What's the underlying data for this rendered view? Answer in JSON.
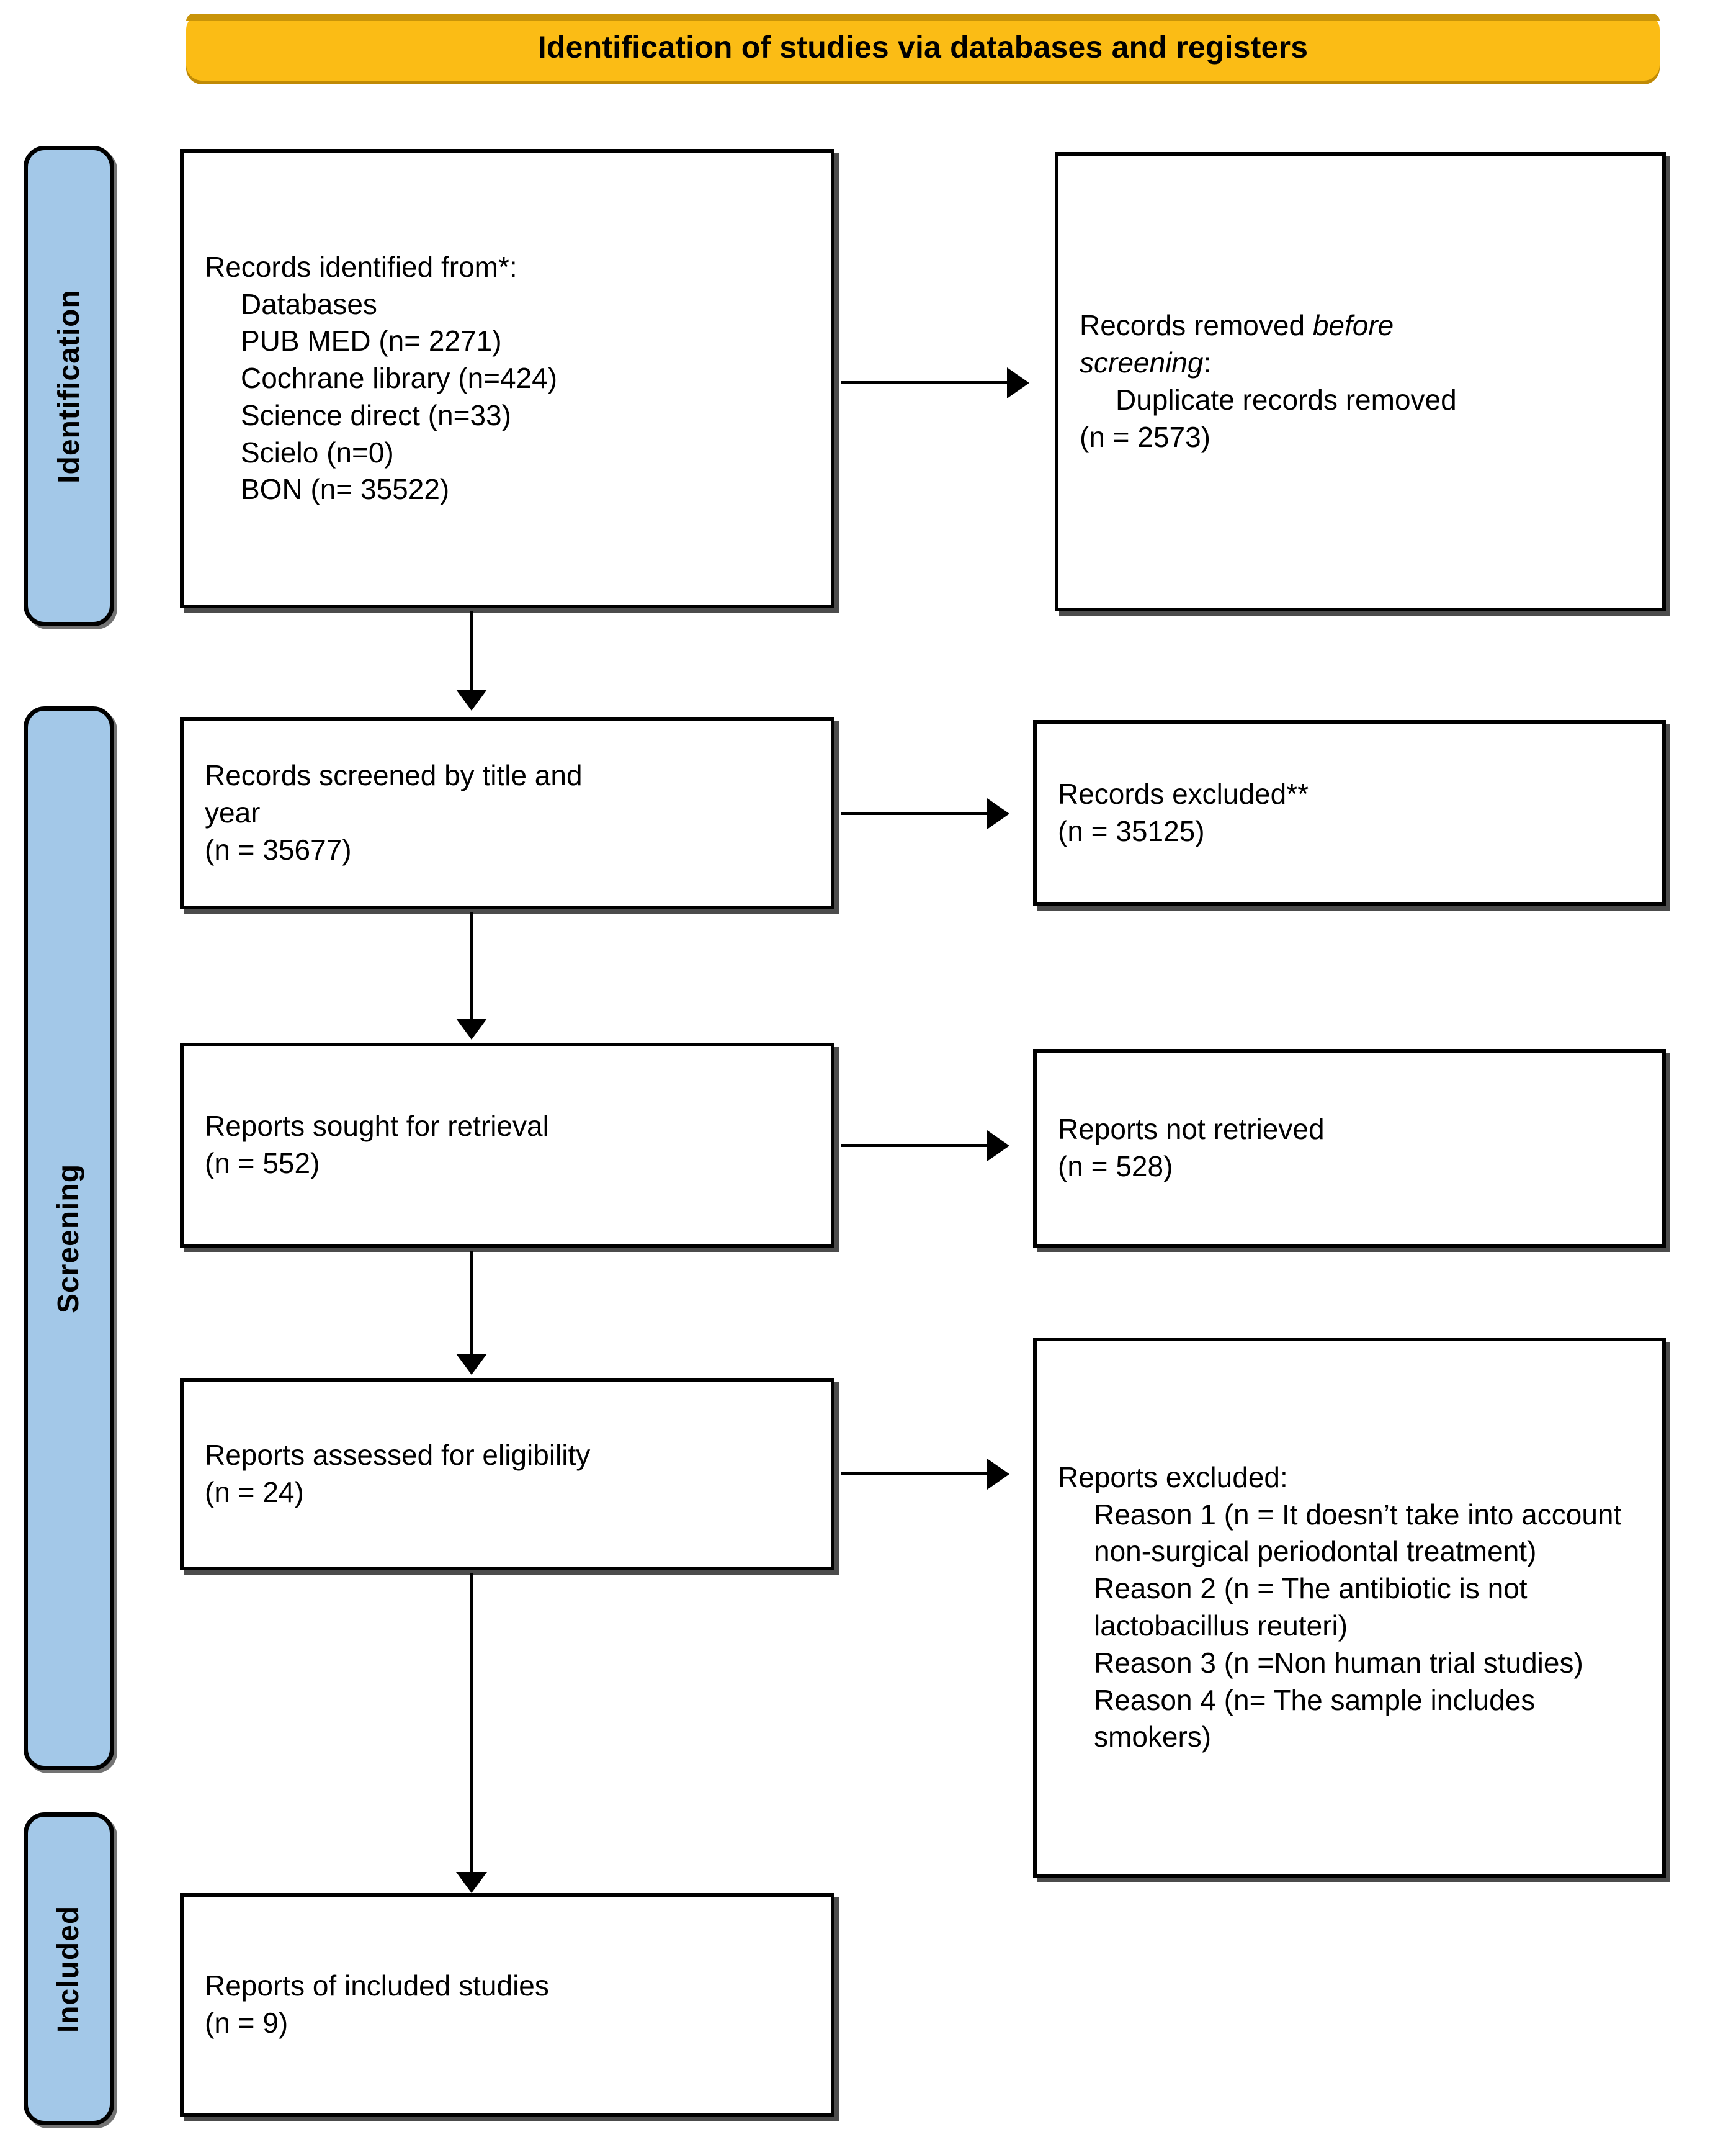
{
  "banner": {
    "title": "Identification of studies via databases and registers",
    "bg_color": "#FBBC15"
  },
  "stages": [
    {
      "key": "identification",
      "label": "Identification",
      "bg_color": "#A3C8E8"
    },
    {
      "key": "screening",
      "label": "Screening",
      "bg_color": "#A3C8E8"
    },
    {
      "key": "included",
      "label": "Included",
      "bg_color": "#A3C8E8"
    }
  ],
  "boxes": {
    "records_identified": {
      "heading": "Records identified from*:",
      "items": [
        "Databases",
        "PUB MED (n= 2271)",
        "Cochrane library (n=424)",
        "Science direct (n=33)",
        "Scielo (n=0)",
        "BON (n= 35522)"
      ]
    },
    "records_removed": {
      "line1_a": "Records removed ",
      "line1_b": "before",
      "line2_a": "screening",
      "line2_b": ":",
      "item1": "Duplicate records removed",
      "item2": "(n = 2573)"
    },
    "records_screened": {
      "line1": "Records screened by title and",
      "line2": "year",
      "line3": "(n = 35677)"
    },
    "records_excluded": {
      "line1": "Records excluded**",
      "line2": "(n = 35125)"
    },
    "reports_sought": {
      "line1": "Reports sought for retrieval",
      "line2": "(n = 552)"
    },
    "reports_not_retrieved": {
      "line1": "Reports not retrieved",
      "line2": "(n = 528)"
    },
    "reports_assessed": {
      "line1": "Reports assessed for eligibility",
      "line2": "(n = 24)"
    },
    "reports_excluded": {
      "heading": "Reports excluded:",
      "reasons": [
        "Reason 1 (n = It doesn’t take into account non-surgical periodontal treatment)",
        "Reason 2 (n = The antibiotic is not lactobacillus reuteri)",
        "Reason 3 (n =Non human trial studies)",
        "Reason 4 (n= The sample includes smokers)"
      ]
    },
    "reports_included": {
      "line1": "Reports of included studies",
      "line2": "(n = 9)"
    }
  }
}
